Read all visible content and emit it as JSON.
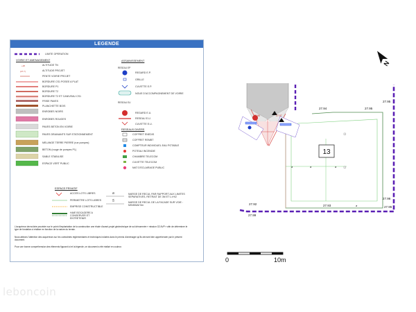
{
  "legend": {
    "title": "LEGENDE",
    "limite": "LIMITE OPERATION",
    "voirie": {
      "heading": "VOIRIE ET AMENAGEMENT",
      "items": [
        "ALTITUDE TN",
        "ALTITUDE PROJET",
        "PENTE VOIRIE PROJET",
        "BORDURE CS1 POSEE A PLAT",
        "BORDURE P1",
        "BORDURE T2",
        "BORDURE T2 ET CANIVEAU CS1",
        "FRISE PAVES",
        "PLANCHETTE BOIS",
        "ENROBES NOIRS",
        "ENROBES ROUGES",
        "PAVES BETON EN VOIRIE",
        "PAVES DRAINANTS SUR STATIONNEMENT",
        "MELANGE TERRE PIERRE (rue pompes)",
        "BETON (rouge de pompes P1)",
        "SABLE STABILISE",
        "ESPACE VERT PUBLIC"
      ]
    },
    "assainissement": {
      "heading": "ASSAINISSEMENT",
      "ep_heading": "RESEAU EP",
      "ep_items": [
        "REGARD E.P.",
        "GRILLE",
        "CUVETTE E.P.",
        "NOUE D'ACCOMPAGNEMENT DE VOIRIE"
      ],
      "eu_heading": "RESEAU EU",
      "eu_items": [
        "REGARD E.U.",
        "RESEAU E.U.",
        "CUVETTE E.U."
      ]
    },
    "divers": {
      "heading": "RESEAUX DIVERS",
      "items": [
        "COFFRET ENEDIS",
        "COFFRET REMBT",
        "COMPTEUR INDIVIDUEL EAU POTABLE",
        "POTEAU INCENDIE",
        "CHAMBRE TELECOM",
        "CUVETTE TELECOM",
        "MAT D'ECLAIRAGE PUBLIC"
      ]
    },
    "prive": {
      "heading": "ESPACE PRIVATIF",
      "items": [
        "ACCES LOTS LIBRES",
        "PERIMETRE LOTS LIBRES",
        "EMPRISE CONSTRUCTIBLE",
        "HAIE BOCAGERE A CONSERVER ET ENTRETENIR"
      ],
      "marge_a": "MARGE DE RECUL PAR RAPPORT AUX LIMITES SEPARATIVES, RETRAIT DE 3M ET L>H/2",
      "marge_b": "MARGE DE RECUL DE LA FACADE SUR VOIE : MINIMUM 5m",
      "sym_a": "a",
      "sym_b": "5"
    },
    "notes": [
      "L'acquéreur devra faire procéder sur le point d'implantation de la construction une étude d'avant-projet géotechnique de sol dénommée « mission G2 AVP » afin de déterminer le type de fondation à réaliser en fonction de la nature du terrain.",
      "Nous attirons l'attention des acquéreurs sur les contraintes réglementaires et techniques induites dans le permis d'aménager qu'ils devront bien appréhender par le présent document.",
      "Pour une bonne compréhension des éléments figurant ici et la légende, ce document a été réalisé en couleur."
    ]
  },
  "plan": {
    "lot_number": "13",
    "dims": [
      "27.94",
      "27.95",
      "27.95",
      "27.99",
      "27.93",
      "27.96"
    ],
    "north": "N"
  },
  "scale": {
    "start": "0",
    "end": "10m"
  },
  "watermark": "leboncoin",
  "colors": {
    "boundary": "#5a1fb4",
    "legend_header": "#3a72c2",
    "lot_outline": "#7fd07f",
    "road": "#c9c9c9"
  }
}
